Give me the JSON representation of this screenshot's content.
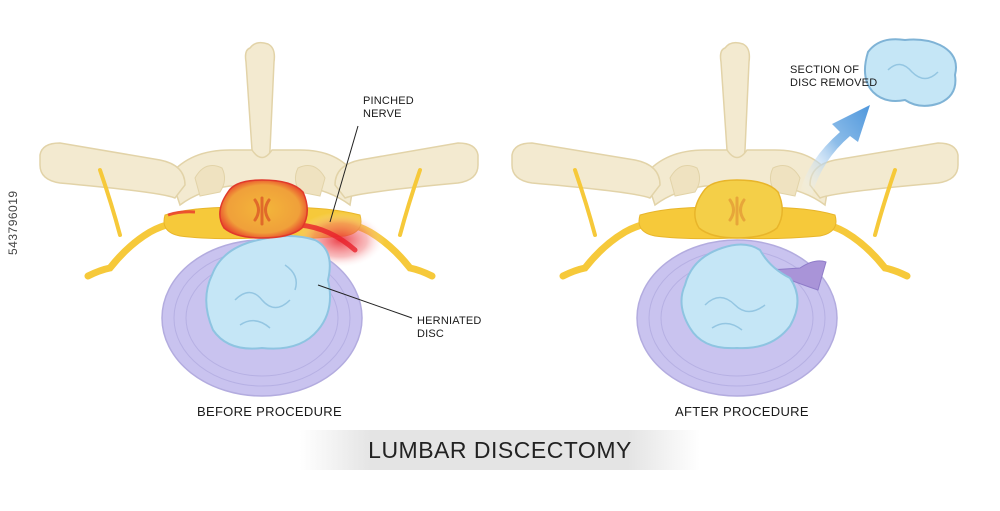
{
  "title": "LUMBAR DISCECTOMY",
  "panels": {
    "before": {
      "caption": "BEFORE PROCEDURE"
    },
    "after": {
      "caption": "AFTER PROCEDURE"
    }
  },
  "labels": {
    "pinched_nerve": "PINCHED\nNERVE",
    "herniated_disc": "HERNIATED\nDISC",
    "section_removed": "SECTION OF\nDISC REMOVED"
  },
  "stock_id": "543796019",
  "colors": {
    "bone": "#f3ead0",
    "bone_outline": "#e2d3a8",
    "nerve": "#f6c93a",
    "annulus": "#c9c3ef",
    "nucleus": "#c5e6f6",
    "inflammation": "#e8202a",
    "arrow": "#5aa0df"
  }
}
